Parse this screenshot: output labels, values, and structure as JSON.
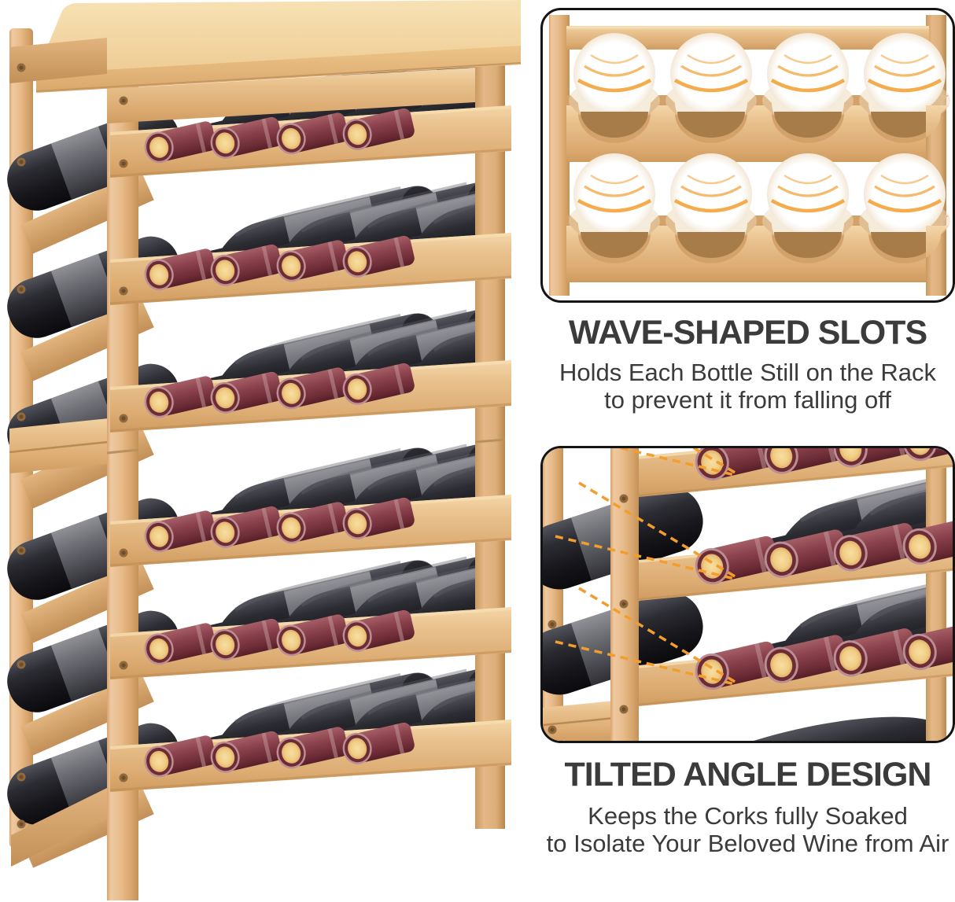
{
  "page": {
    "background_color": "#ffffff"
  },
  "product_photo": {
    "description": "6-tier bamboo wine rack fully loaded with dark red-wine bottles tilted forward",
    "tiers": 6,
    "bottles_per_tier": 4,
    "total_bottles": 24
  },
  "callouts": [
    {
      "id": "wave-shaped-slots",
      "title": "WAVE-SHAPED SLOTS",
      "description_line1": "Holds Each Bottle Still on the Rack",
      "description_line2": "to prevent it from falling off",
      "rows_shown": 2,
      "slots_per_row": 4
    },
    {
      "id": "tilted-angle-design",
      "title": "TILTED ANGLE DESIGN",
      "description_line1": "Keeps the Corks fully Soaked",
      "description_line2": "to Isolate Your Beloved Wine from Air",
      "rows_shown": 3,
      "bottles_per_row": 4
    }
  ],
  "colors": {
    "bamboo_light": "#f4d6a8",
    "bamboo_mid": "#e8bc8b",
    "bamboo_dark": "#c3915a",
    "bamboo_shadow": "#a87c48",
    "bottle_black": "#17171c",
    "bottle_label_gray": "#64646c",
    "foil_maroon": "#6d2b35",
    "cork": "#f0cc85",
    "accent_orange": "#f29d2e",
    "text": "#3b3b3b",
    "callout_border": "#141414"
  }
}
